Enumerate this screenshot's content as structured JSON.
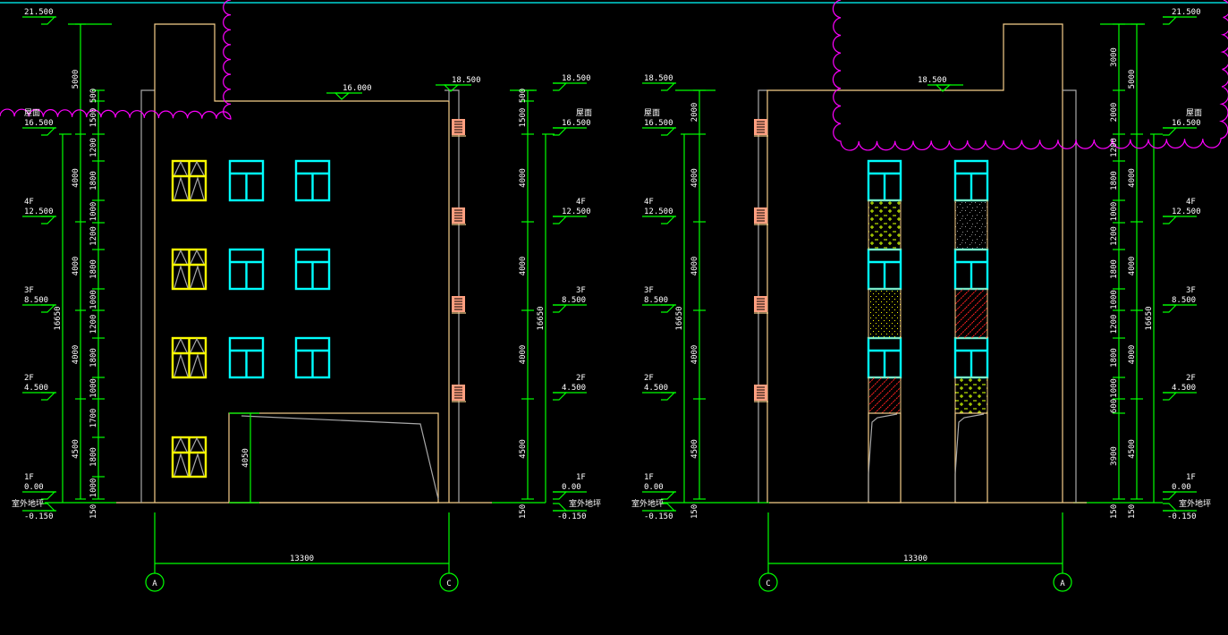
{
  "colors": {
    "background": "#000000",
    "dimension": "#00ff00",
    "wall": "#f7cf8a",
    "window": "#00ffff",
    "window_alt": "#ffff00",
    "vent": "#ff9f80",
    "revision_cloud": "#ff00ff"
  },
  "left_elevation": {
    "levels_left": [
      {
        "floor": "",
        "elev": "21.500"
      },
      {
        "floor": "屋面",
        "elev": "16.500"
      },
      {
        "floor": "4F",
        "elev": "12.500"
      },
      {
        "floor": "3F",
        "elev": "8.500"
      },
      {
        "floor": "2F",
        "elev": "4.500"
      },
      {
        "floor": "1F",
        "elev": "0.00"
      },
      {
        "floor": "室外地坪",
        "elev": "-0.150"
      }
    ],
    "levels_right": [
      {
        "floor": "",
        "elev": "18.500"
      },
      {
        "floor": "屋面",
        "elev": "16.500"
      },
      {
        "floor": "4F",
        "elev": "12.500"
      },
      {
        "floor": "3F",
        "elev": "8.500"
      },
      {
        "floor": "2F",
        "elev": "4.500"
      },
      {
        "floor": "1F",
        "elev": "0.00"
      },
      {
        "floor": "室外地坪",
        "elev": "-0.150"
      }
    ],
    "dims_total": "16650",
    "dims_floors": [
      "5000",
      "4000",
      "4000",
      "4000",
      "4500"
    ],
    "dims_detail": [
      "500",
      "1500",
      "1200",
      "1800",
      "1000",
      "1200",
      "1800",
      "1000",
      "1200",
      "1800",
      "1000",
      "1700",
      "1800",
      "1000"
    ],
    "dims_base": "150",
    "dims_right_floors": [
      "500",
      "1500",
      "4000",
      "4000",
      "4000",
      "4500"
    ],
    "dims_right_total": "16650",
    "dims_right_base": "150",
    "roof_elev": "16.000",
    "parapet_elev": "18.500",
    "door_height": "4050",
    "axis_span": "13300",
    "axis_left": "A",
    "axis_right": "C"
  },
  "right_elevation": {
    "levels_left": [
      {
        "floor": "",
        "elev": "18.500"
      },
      {
        "floor": "屋面",
        "elev": "16.500"
      },
      {
        "floor": "4F",
        "elev": "12.500"
      },
      {
        "floor": "3F",
        "elev": "8.500"
      },
      {
        "floor": "2F",
        "elev": "4.500"
      },
      {
        "floor": "1F",
        "elev": "0.00"
      },
      {
        "floor": "室外地坪",
        "elev": "-0.150"
      }
    ],
    "levels_right": [
      {
        "floor": "",
        "elev": "21.500"
      },
      {
        "floor": "屋面",
        "elev": "16.500"
      },
      {
        "floor": "4F",
        "elev": "12.500"
      },
      {
        "floor": "3F",
        "elev": "8.500"
      },
      {
        "floor": "2F",
        "elev": "4.500"
      },
      {
        "floor": "1F",
        "elev": "0.00"
      },
      {
        "floor": "室外地坪",
        "elev": "-0.150"
      }
    ],
    "dims_left_total": "16650",
    "dims_left_floors": [
      "2000",
      "4000",
      "4000",
      "4000",
      "4500"
    ],
    "dims_left_base": "150",
    "dims_right_detail": [
      "3000",
      "2000",
      "1200",
      "1800",
      "1000",
      "1200",
      "1800",
      "1000",
      "1200",
      "1800",
      "1000",
      "600",
      "3900"
    ],
    "dims_right_floors": [
      "5000",
      "4000",
      "4000",
      "4000",
      "4500"
    ],
    "dims_right_total": "16650",
    "dims_right_base": [
      "150",
      "150"
    ],
    "parapet_elev": "18.500",
    "axis_span": "13300",
    "axis_left": "C",
    "axis_right": "A"
  }
}
